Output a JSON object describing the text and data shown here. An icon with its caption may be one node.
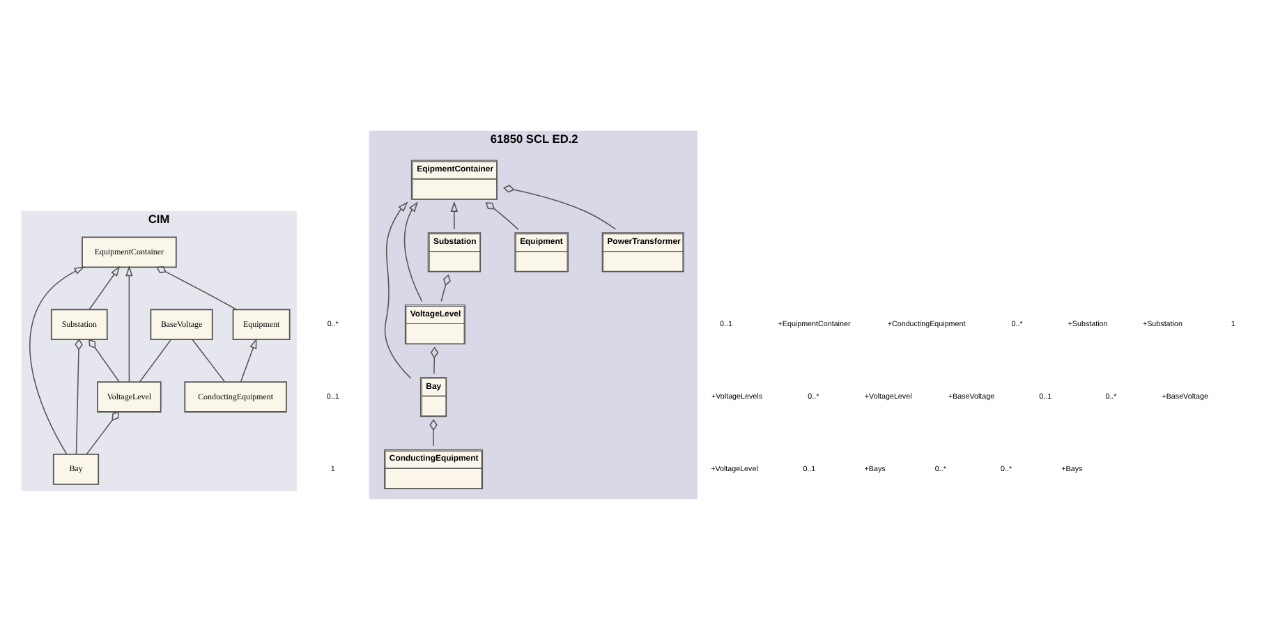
{
  "diagram": {
    "nodes": [
      {
        "text": [
          "CIM"
        ]
      },
      {
        "text": [
          "EquipmentContainer"
        ],
        "in": 0
      },
      {
        "text": [
          "Equipment"
        ],
        "in": 0
      },
      {
        "text": [
          "ConductingEquipment"
        ],
        "in": 0
      },
      {
        "text": [
          "Substation"
        ],
        "in": 0
      },
      {
        "text": [
          "VoltageLevel"
        ],
        "in": 0
      },
      {
        "text": [
          "BaseVoltage"
        ],
        "in": 0
      },
      {
        "text": [
          "Bay"
        ],
        "in": 0
      },
      {
        "text": [
          "61850 SCL ED.2"
        ]
      },
      {
        "text": [
          "PowerTransformer"
        ],
        "in": 8
      },
      {
        "text": [
          "EqipmentContainer"
        ],
        "in": 8
      },
      {
        "text": [
          "Equipment"
        ],
        "in": 8
      },
      {
        "text": [
          "Substation"
        ],
        "in": 8
      },
      {
        "text": [
          "VoltageLevel"
        ],
        "in": 8
      },
      {
        "text": [
          "Bay"
        ],
        "in": 8
      },
      {
        "text": [
          "ConductingEquipment"
        ],
        "in": 8
      }
    ],
    "edges": [
      {
        "from": 2,
        "to": 1,
        "arrow": "other"
      },
      {
        "from": 3,
        "to": 2,
        "arrow": "to"
      },
      {
        "from": 4,
        "to": 1,
        "arrow": "to"
      },
      {
        "from": 5,
        "to": 1,
        "arrow": "to"
      },
      {
        "from": 7,
        "to": 1,
        "arrow": "to"
      },
      {
        "from": 5,
        "to": 4,
        "arrow": "other"
      },
      {
        "from": 7,
        "to": 4,
        "arrow": "other"
      },
      {
        "from": 7,
        "to": 5,
        "arrow": "other"
      },
      {
        "from": 3,
        "to": 6,
        "arrow": "none"
      },
      {
        "from": 5,
        "to": 6,
        "arrow": "none"
      },
      {
        "from": 9,
        "to": 10,
        "arrow": "other"
      },
      {
        "from": 11,
        "to": 10,
        "arrow": "other"
      },
      {
        "from": 12,
        "to": 10,
        "arrow": "to"
      },
      {
        "from": 13,
        "to": 10,
        "arrow": "to"
      },
      {
        "from": 14,
        "to": 10,
        "arrow": "to"
      },
      {
        "from": 13,
        "to": 12,
        "arrow": "other"
      },
      {
        "from": 14,
        "to": 13,
        "arrow": "other"
      },
      {
        "from": 15,
        "to": 14,
        "arrow": "other"
      }
    ],
    "labels": [
      "0..*",
      "0..1",
      "+EquipmentContainer",
      "+ConductingEquipment",
      "0..*",
      "+Substation",
      "+Substation",
      "1",
      "0..1",
      "+VoltageLevels",
      "0..*",
      "+VoltageLevel",
      "+BaseVoltage",
      "0..1",
      "0..*",
      "+BaseVoltage",
      "1",
      "+VoltageLevel",
      "0..1",
      "+Bays",
      "0..*",
      "0..*",
      "+Bays"
    ]
  }
}
